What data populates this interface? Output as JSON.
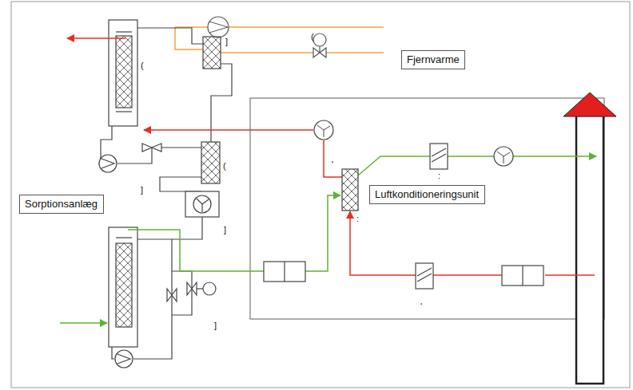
{
  "diagram": {
    "nodes": [
      {
        "text": [
          "Fjernvarme"
        ]
      },
      {
        "text": [
          "Sorptionsanlæg"
        ]
      },
      {
        "text": [
          "Luftkonditioneringsunit"
        ]
      }
    ],
    "labels": [
      "(",
      "]",
      "(",
      "(",
      "]",
      "]",
      "]",
      ":",
      ":",
      "'",
      "'"
    ]
  }
}
